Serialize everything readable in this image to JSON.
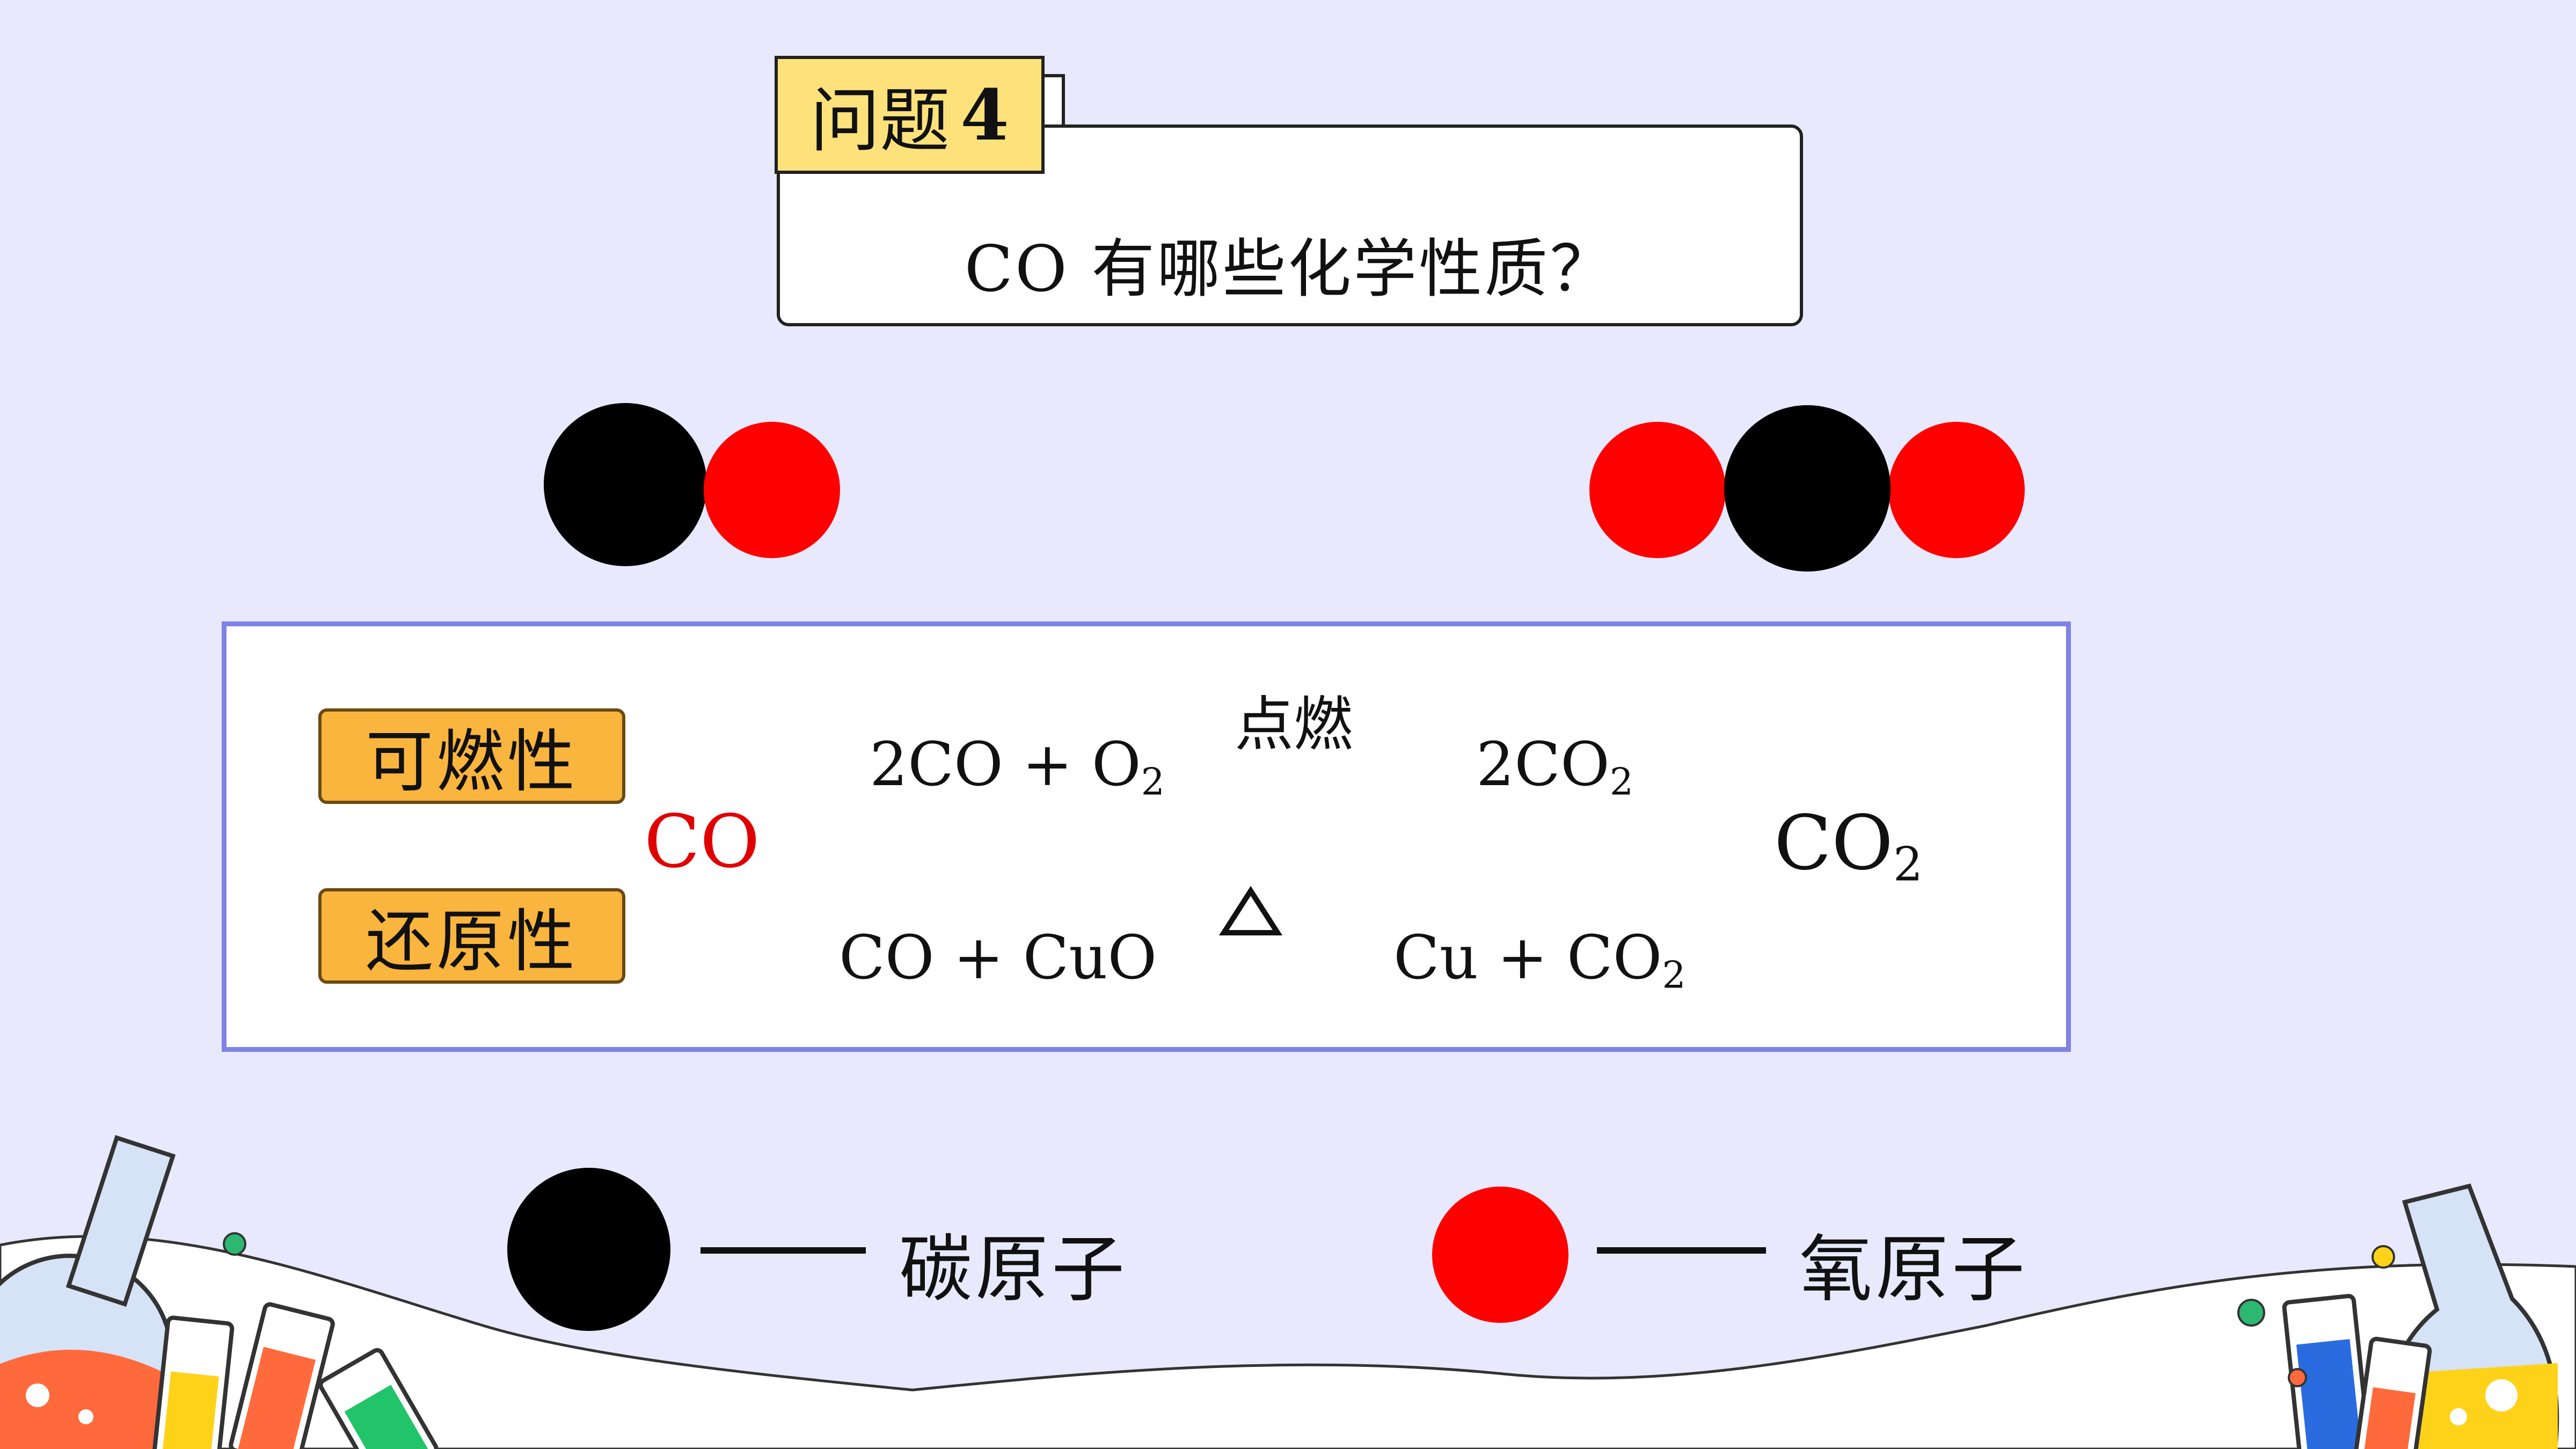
{
  "question": {
    "tag_label": "问题",
    "tag_number": "4",
    "text": "CO 有哪些化学性质？"
  },
  "properties": [
    {
      "label": "可燃性"
    },
    {
      "label": "还原性"
    }
  ],
  "conversion": {
    "reactant": "CO",
    "product": "CO",
    "product_sub": "2"
  },
  "equation_combustion": {
    "lhs_a": "2CO  +  O",
    "lhs_sub": "2",
    "condition": "点燃",
    "rhs": "2CO",
    "rhs_sub": "2"
  },
  "equation_reduction": {
    "lhs": "CO + CuO",
    "condition": "△",
    "rhs": "Cu  + CO",
    "rhs_sub": "2"
  },
  "legend": {
    "carbon_label": "碳原子",
    "oxygen_label": "氧原子"
  },
  "colors": {
    "carbon": "#000000",
    "oxygen": "#ff0000",
    "arrow": "#7b7ff2",
    "tag": "#fde17a",
    "property_box": "#f9b53d",
    "box_border": "#7f82e6",
    "background": "#e8e9fc"
  }
}
